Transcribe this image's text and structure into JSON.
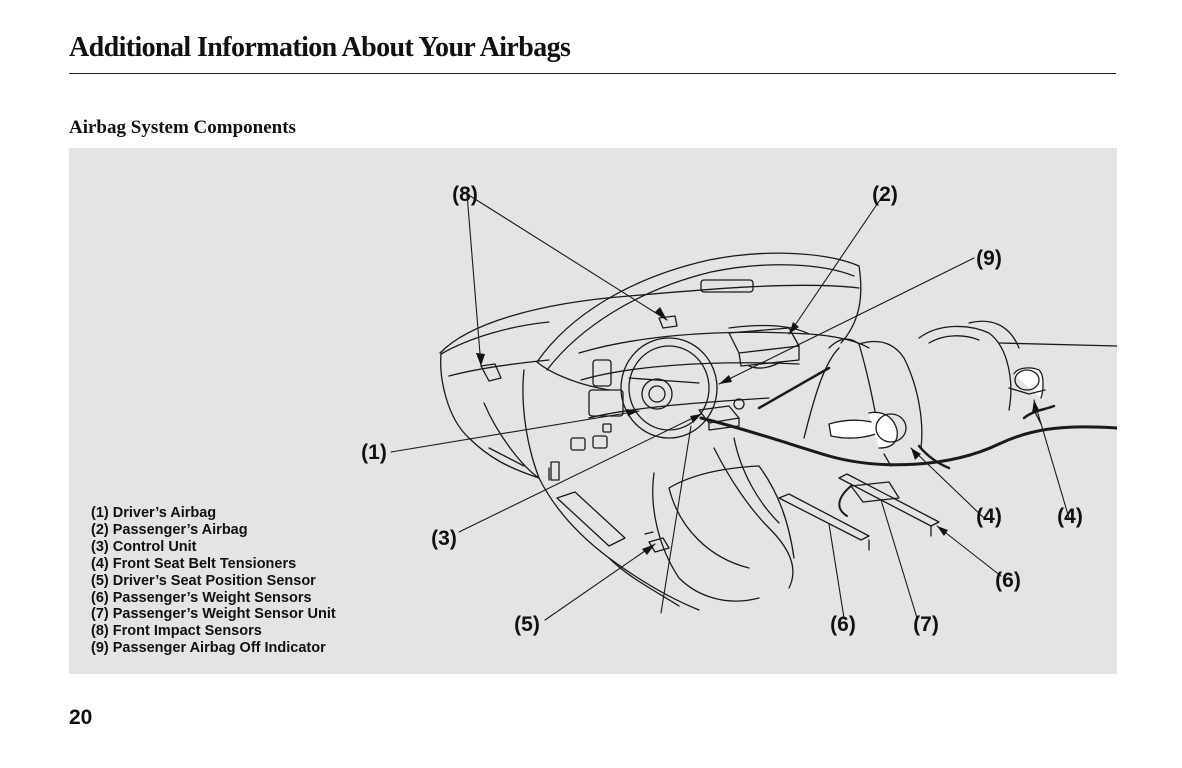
{
  "page": {
    "title": "Additional Information About Your Airbags",
    "section_heading": "Airbag System Components",
    "page_number": "20"
  },
  "figure": {
    "legend": [
      "(1) Driver’s Airbag",
      "(2) Passenger’s Airbag",
      "(3) Control Unit",
      "(4) Front Seat Belt Tensioners",
      "(5) Driver’s Seat Position Sensor",
      "(6) Passenger’s Weight Sensors",
      "(7) Passenger’s Weight Sensor Unit",
      "(8) Front Impact Sensors",
      "(9) Passenger Airbag Off Indicator"
    ],
    "callouts": {
      "driver_airbag": "(1)",
      "passenger_airbag": "(2)",
      "control_unit": "(3)",
      "seat_belt_tensioner_right": "(4)",
      "seat_belt_tensioner_left": "(4)",
      "seat_position_sensor": "(5)",
      "weight_sensor_rear": "(6)",
      "weight_sensor_front": "(6)",
      "weight_sensor_unit": "(7)",
      "front_impact_sensors": "(8)",
      "airbag_off_indicator": "(9)"
    }
  }
}
